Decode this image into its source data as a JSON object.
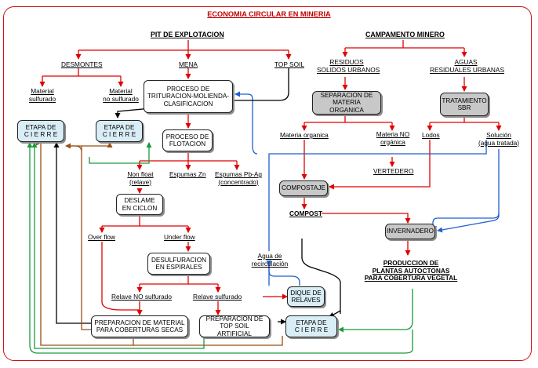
{
  "title": "ECONOMIA CIRCULAR EN MINERIA",
  "headers": {
    "pit": "PIT DE EXPLOTACION",
    "campamento": "CAMPAMENTO MINERO"
  },
  "labels": {
    "desmontes": "DESMONTES",
    "mena": "MENA",
    "topsoil": "TOP SOIL",
    "mat_sulf_1": "Material",
    "mat_sulf_2": "sulfurado",
    "mat_nosulf_1": "Material",
    "mat_nosulf_2": "no sulfurado",
    "nonfloat_1": "Non float",
    "nonfloat_2": "(relave)",
    "esp_zn": "Espumas Zn",
    "esp_pb_1": "Espumas Pb-Ag",
    "esp_pb_2": "(concentrado)",
    "overflow": "Over flow",
    "underflow": "Under flow",
    "relave_nosulf": "Relave NO sulfurado",
    "relave_sulf": "Relave sulfurado",
    "agua_1": "Agua de",
    "agua_2": "recirculación",
    "rsu_1": "RESIDUOS",
    "rsu_2": "SOLIDOS URBANOS",
    "aguas_1": "AGUAS",
    "aguas_2": "RESIDUALES URBANAS",
    "mat_org": "Materia organica",
    "mat_noorg_1": "Materia NO",
    "mat_noorg_2": "orgánica",
    "lodos": "Lodos",
    "solucion_1": "Solución",
    "solucion_2": "(agua tratada)",
    "vertedero": "VERTEDERO",
    "compost": "COMPOST",
    "produccion_1": "PRODUCCION DE",
    "produccion_2": "PLANTAS AUTOCTONAS",
    "produccion_3": "PARA COBERTURA VEGETAL"
  },
  "boxes": {
    "trituracion_1": "PROCESO DE",
    "trituracion_2": "TRITURACION-MOLIENDA-",
    "trituracion_3": "CLASIFICACION",
    "etapa1_1": "ETAPA DE",
    "etapa1_2": "C I E R R E",
    "etapa2_1": "ETAPA DE",
    "etapa2_2": "C I E R R E",
    "flotacion_1": "PROCESO DE",
    "flotacion_2": "FLOTACION",
    "deslame_1": "DESLAME",
    "deslame_2": "EN CICLON",
    "desulf_1": "DESULFURACION",
    "desulf_2": "EN ESPIRALES",
    "dique_1": "DIQUE DE",
    "dique_2": "RELAVES",
    "prepmat_1": "PREPARACION DE MATERIAL",
    "prepmat_2": "PARA COBERTURAS SECAS",
    "preptop_1": "PREPARACION DE",
    "preptop_2": "TOP SOIL ARTIFICIAL",
    "etapa3_1": "ETAPA DE",
    "etapa3_2": "C I E R R E",
    "separacion_1": "SEPARACION DE",
    "separacion_2": "MATERIA ORGANICA",
    "tratamiento_1": "TRATAMIENTO",
    "tratamiento_2": "SBR",
    "compostaje": "COMPOSTAJE",
    "invernadero": "INVERNADERO"
  },
  "colors": {
    "red": "#e00000",
    "blue": "#1f5fd0",
    "brown": "#9a4f14",
    "green": "#1a9a3a",
    "black": "#000000"
  }
}
